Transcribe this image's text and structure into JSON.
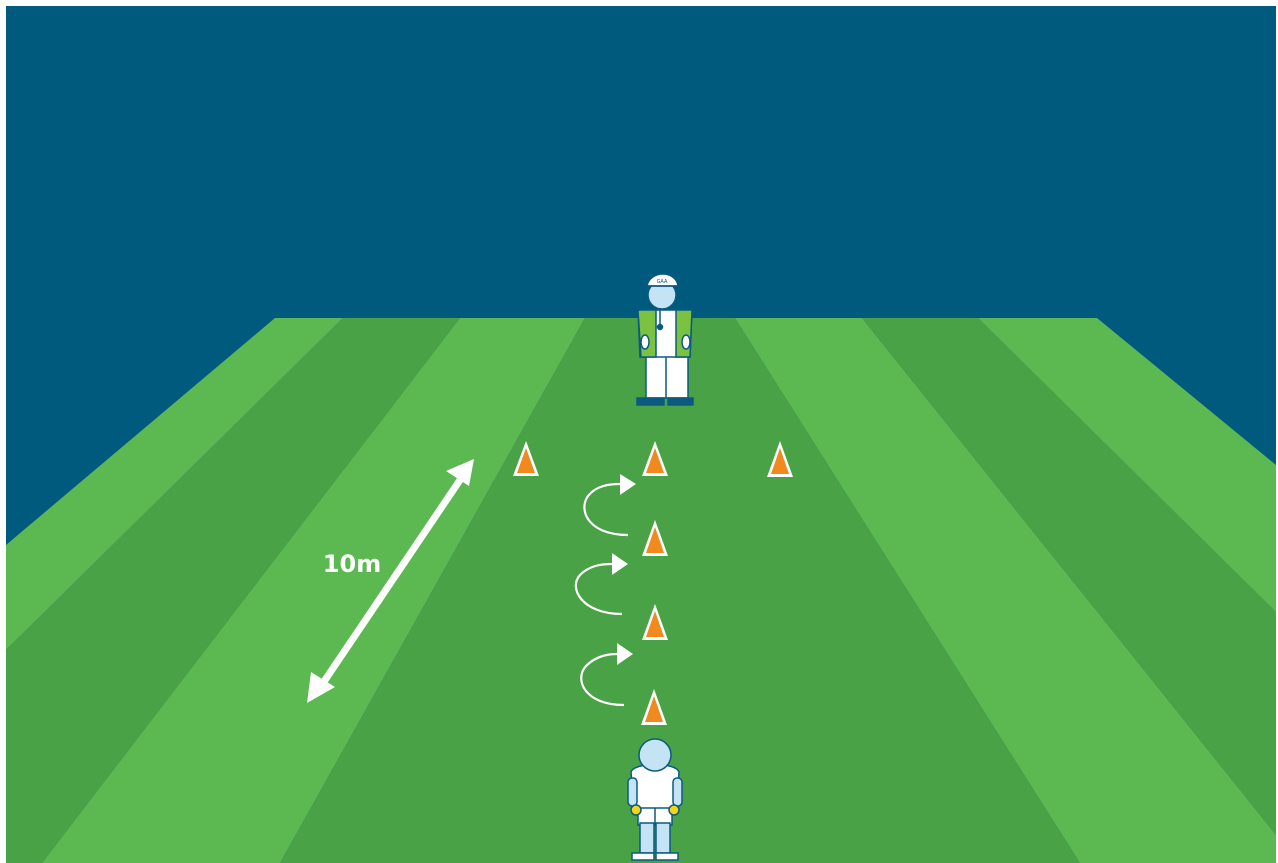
{
  "scene": {
    "colors": {
      "sky": "#005a7e",
      "grass_light": "#5cb951",
      "grass_dark": "#4aa247",
      "cone": "#f08a1e",
      "outline": "#ffffff",
      "player_skin": "#c4e3f4",
      "player_outline": "#0b5a80",
      "coach_bib": "#7cc242",
      "glove": "#f4d515"
    },
    "distance_label": "10m",
    "figures": [
      {
        "role": "coach",
        "icon": "coach-with-bib-and-whistle-icon",
        "cap_text": "GAA"
      },
      {
        "role": "player",
        "icon": "player-standing-back-view-icon"
      }
    ],
    "cones": [
      {
        "row": "top",
        "count": 3
      },
      {
        "row": "center-column",
        "count": 3
      }
    ],
    "turn_arrows": {
      "count": 3,
      "icon": "curved-turn-arrow-icon"
    },
    "distance_arrow": {
      "icon": "double-headed-arrow-icon"
    }
  }
}
